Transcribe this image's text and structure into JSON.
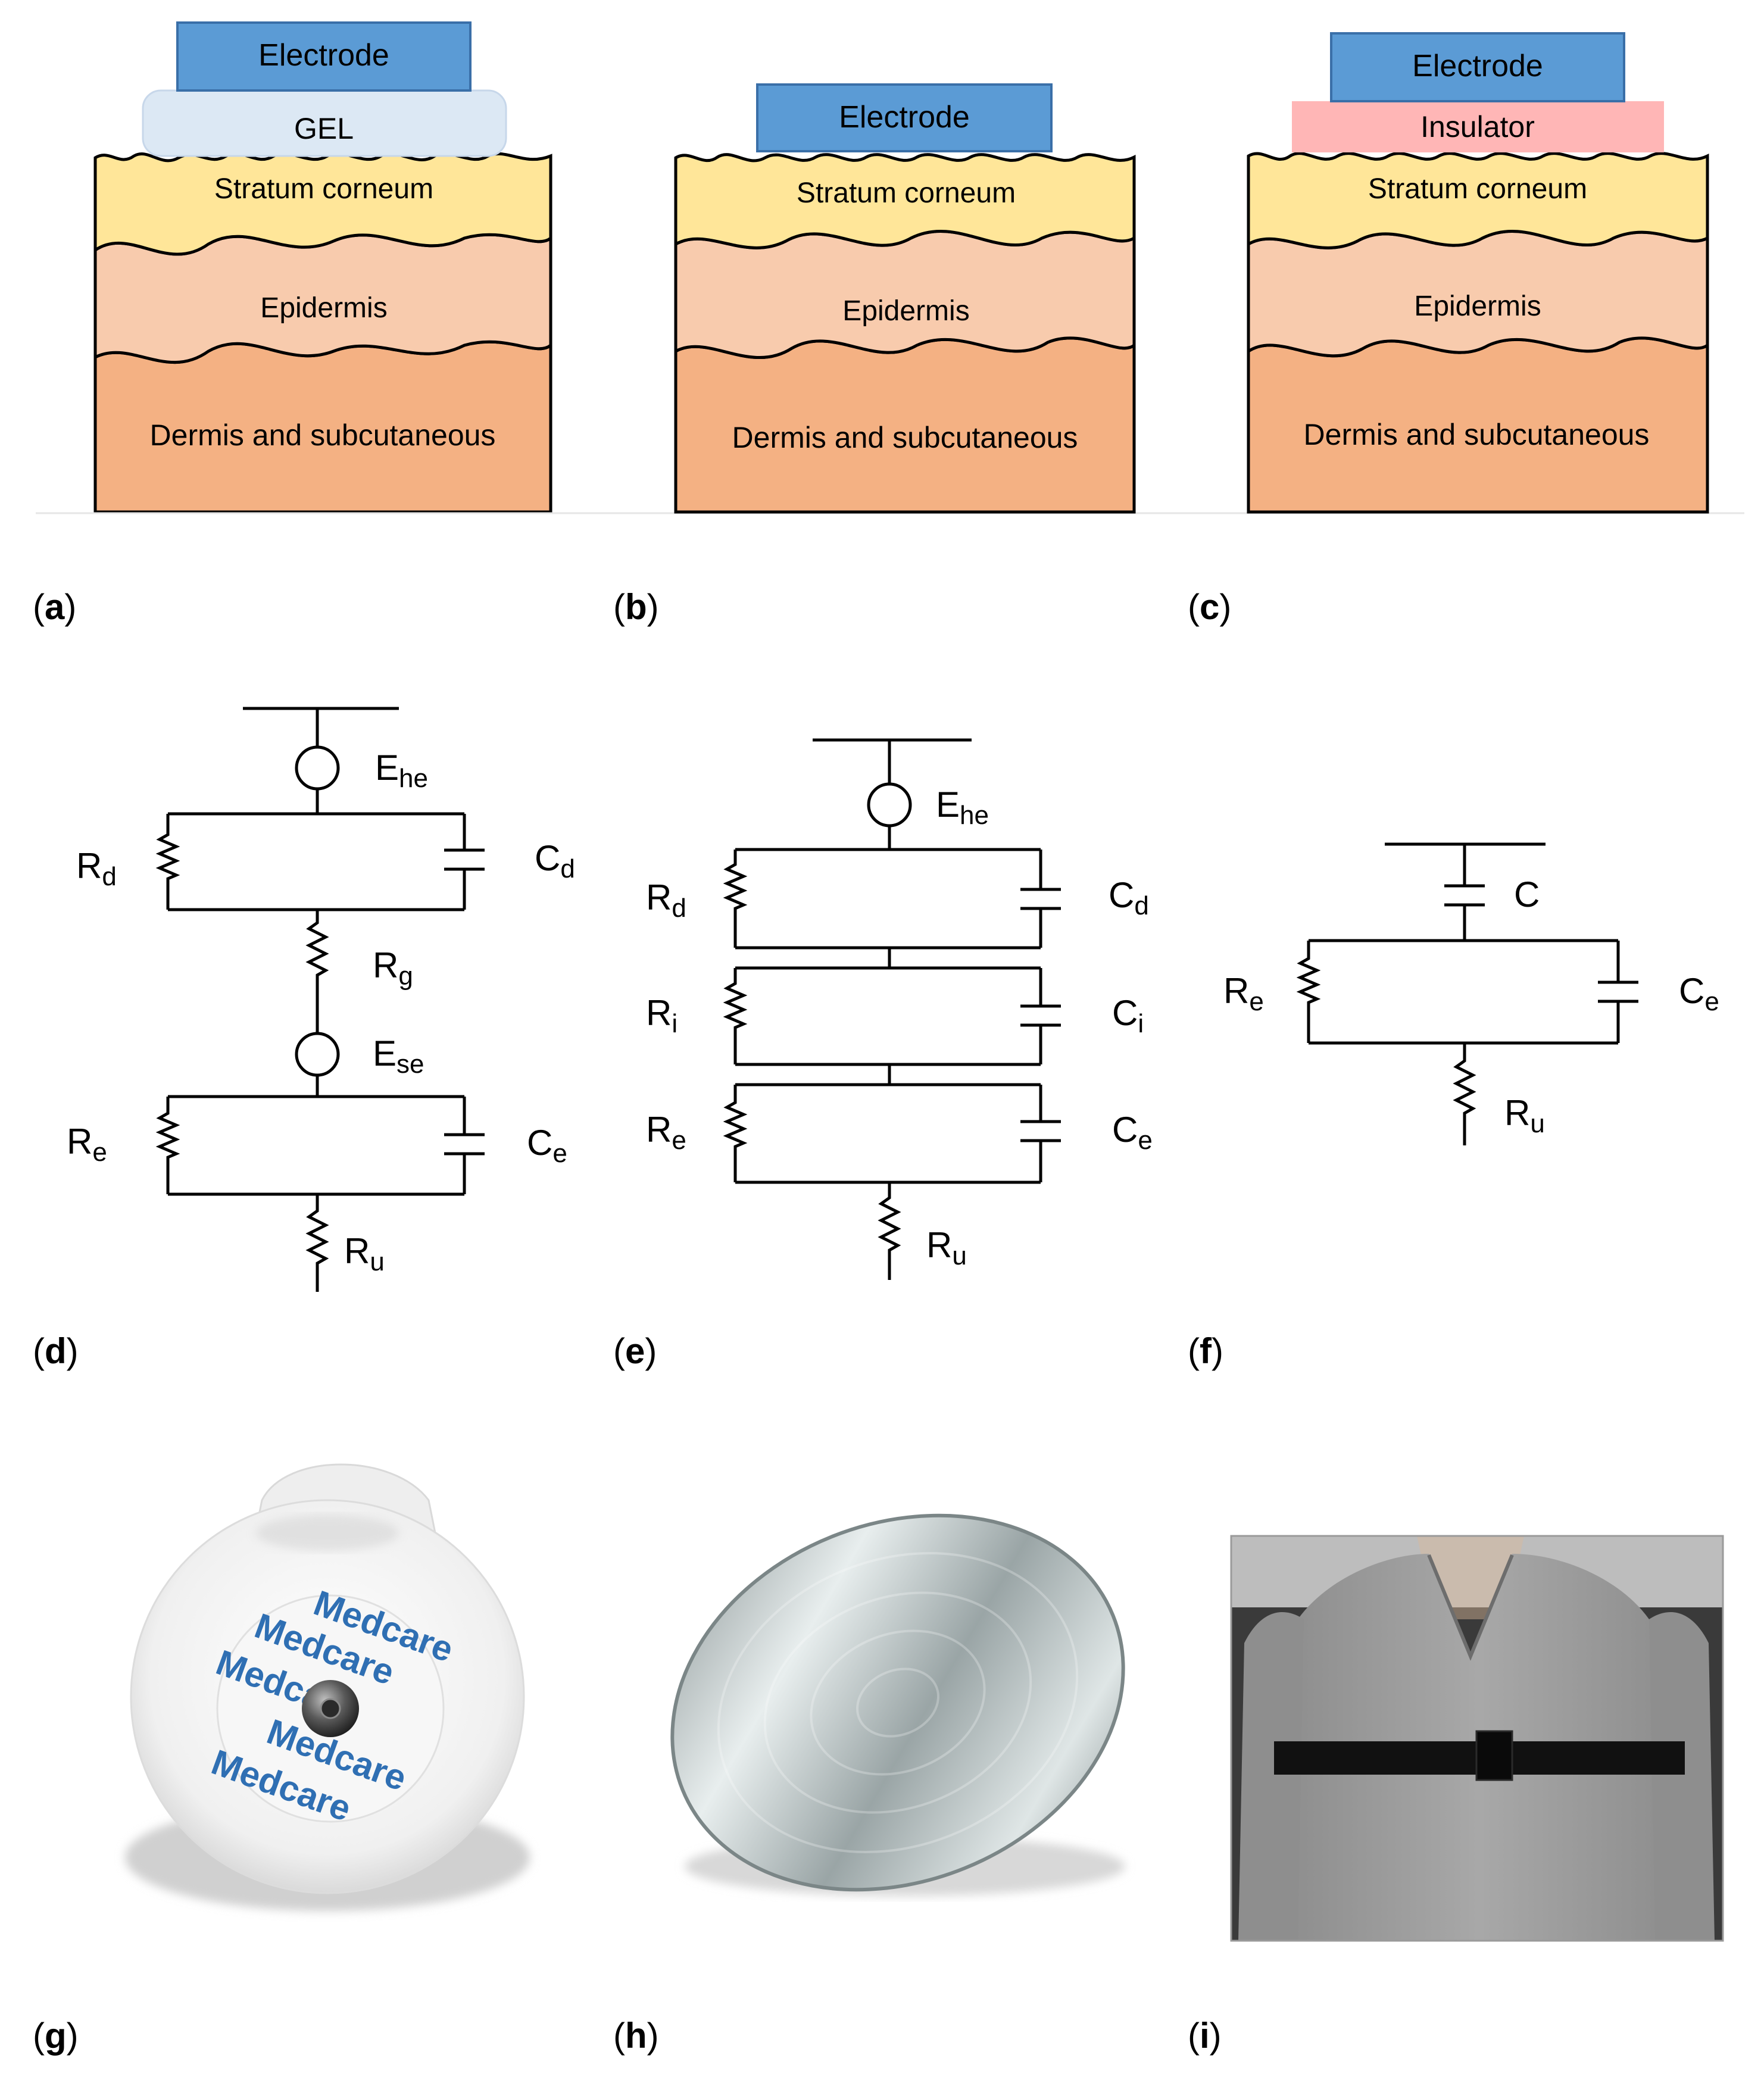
{
  "panels": {
    "a": {
      "caption_letter": "a",
      "electrode_label": "Electrode",
      "gel_label": "GEL",
      "layers": {
        "stratum": "Stratum corneum",
        "epidermis": "Epidermis",
        "dermis": "Dermis and subcutaneous"
      }
    },
    "b": {
      "caption_letter": "b",
      "electrode_label": "Electrode",
      "layers": {
        "stratum": "Stratum corneum",
        "epidermis": "Epidermis",
        "dermis": "Dermis and subcutaneous"
      }
    },
    "c": {
      "caption_letter": "c",
      "electrode_label": "Electrode",
      "insulator_label": "Insulator",
      "layers": {
        "stratum": "Stratum corneum",
        "epidermis": "Epidermis",
        "dermis": "Dermis and subcutaneous"
      }
    },
    "d": {
      "caption_letter": "d",
      "components": [
        {
          "base": "E",
          "sub": "he"
        },
        {
          "base": "R",
          "sub": "d"
        },
        {
          "base": "C",
          "sub": "d"
        },
        {
          "base": "R",
          "sub": "g"
        },
        {
          "base": "E",
          "sub": "se"
        },
        {
          "base": "R",
          "sub": "e"
        },
        {
          "base": "C",
          "sub": "e"
        },
        {
          "base": "R",
          "sub": "u"
        }
      ]
    },
    "e": {
      "caption_letter": "e",
      "components": [
        {
          "base": "E",
          "sub": "he"
        },
        {
          "base": "R",
          "sub": "d"
        },
        {
          "base": "C",
          "sub": "d"
        },
        {
          "base": "R",
          "sub": "i"
        },
        {
          "base": "C",
          "sub": "i"
        },
        {
          "base": "R",
          "sub": "e"
        },
        {
          "base": "C",
          "sub": "e"
        },
        {
          "base": "R",
          "sub": "u"
        }
      ]
    },
    "f": {
      "caption_letter": "f",
      "components": [
        {
          "base": "C",
          "sub": ""
        },
        {
          "base": "R",
          "sub": "e"
        },
        {
          "base": "C",
          "sub": "e"
        },
        {
          "base": "R",
          "sub": "u"
        }
      ]
    },
    "g": {
      "caption_letter": "g",
      "brand_text": "Medcare"
    },
    "h": {
      "caption_letter": "h"
    },
    "i": {
      "caption_letter": "i"
    }
  },
  "colors": {
    "electrode": "#5b9bd5",
    "gel": "#dce8f4",
    "insulator": "#ffb6b6",
    "stratum": "#ffe699",
    "epidermis": "#f8cbad",
    "dermis": "#f4b183"
  }
}
